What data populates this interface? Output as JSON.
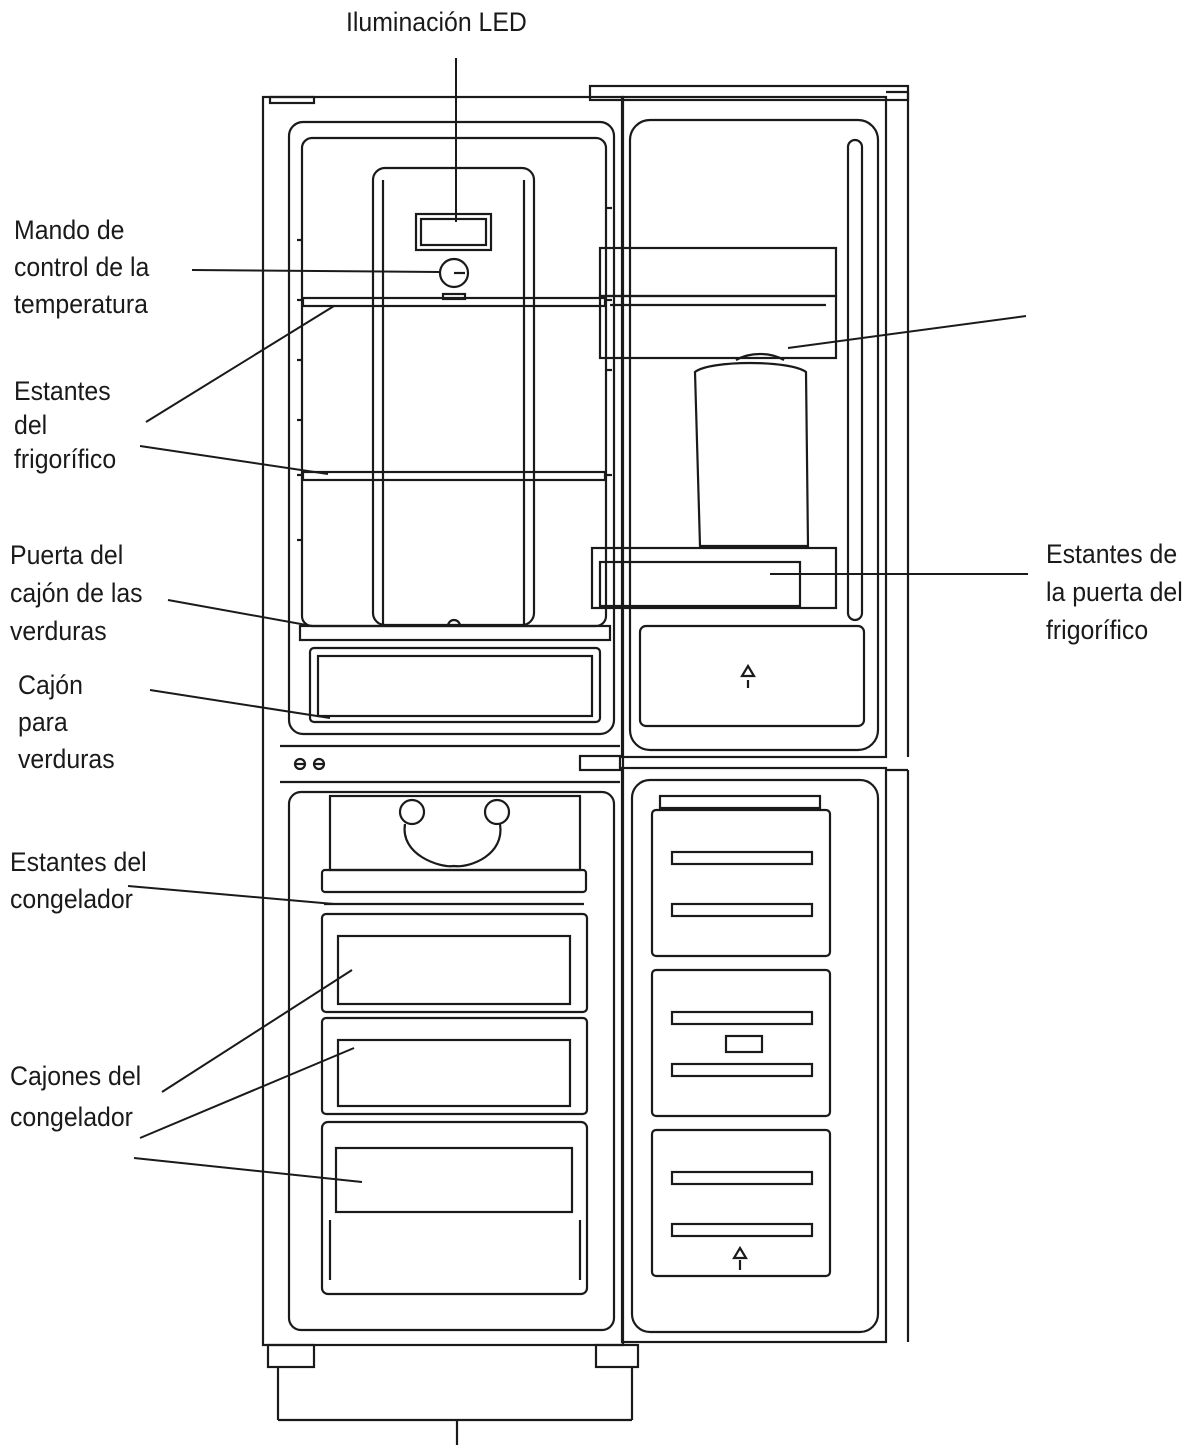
{
  "labels": {
    "led": [
      "Iluminación LED"
    ],
    "temp_control": [
      "Mando de",
      "control de la",
      "temperatura"
    ],
    "fridge_shelves": [
      "Estantes",
      "del",
      "frigorífico"
    ],
    "crisper_cover": [
      "Puerta del",
      "cajón de las",
      "verduras"
    ],
    "crisper": [
      "Cajón",
      "para",
      "verduras"
    ],
    "freezer_shelves": [
      "Estantes del",
      "congelador"
    ],
    "freezer_drawers": [
      "Cajones del",
      "congelador"
    ],
    "door_shelves": [
      "Estantes de",
      "la puerta del",
      "frigorífico"
    ]
  },
  "colors": {
    "line": "#1a1a1a",
    "background": "#ffffff"
  }
}
